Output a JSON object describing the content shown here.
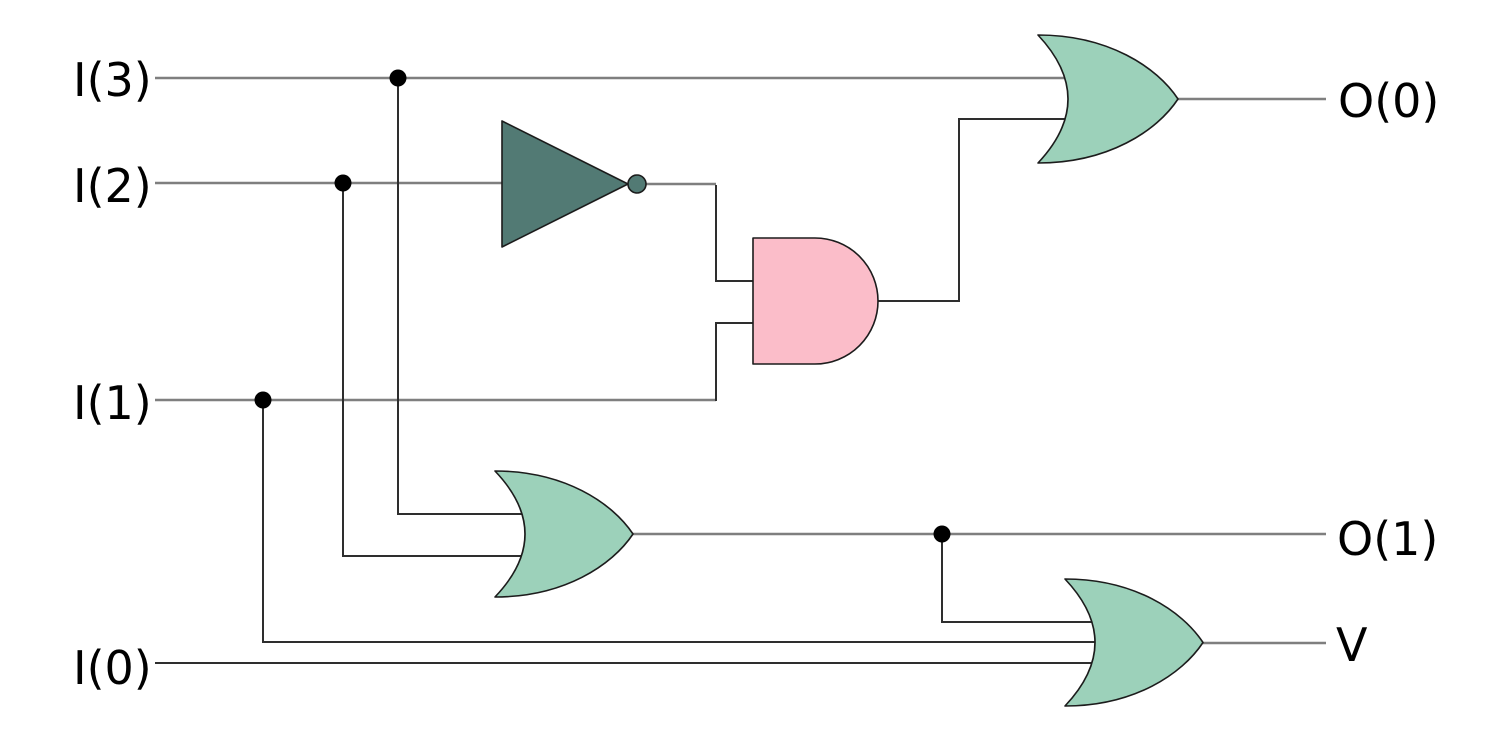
{
  "diagram": {
    "kind": "logic-circuit-schematic",
    "inputs": {
      "i3": "I(3)",
      "i2": "I(2)",
      "i1": "I(1)",
      "i0": "I(0)"
    },
    "outputs": {
      "o0": "O(0)",
      "o1": "O(1)",
      "v": "V"
    },
    "gates": {
      "not": {
        "type": "NOT",
        "fill": "#527a74"
      },
      "and": {
        "type": "AND",
        "fill": "#fbbdc9"
      },
      "or_top": {
        "type": "OR",
        "fill": "#9cd1ba"
      },
      "or_mid": {
        "type": "OR",
        "fill": "#9cd1ba"
      },
      "or_bottom": {
        "type": "OR",
        "fill": "#9cd1ba"
      }
    },
    "connections": {
      "o0": "I(3) OR ( NOT I(2) AND I(1) )",
      "o1": "I(3) OR I(2)",
      "v": "O(1) OR I(1) OR I(0)"
    },
    "colors": {
      "wire": "#7f7f7f",
      "wire_dark": "#2e2e2e",
      "outline": "#1c1c1c",
      "junction": "#000000",
      "text": "#000000",
      "background": "#ffffff"
    }
  }
}
